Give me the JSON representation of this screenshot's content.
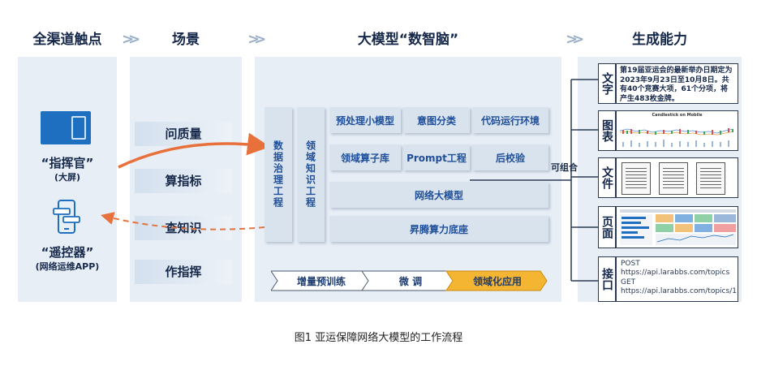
{
  "headers": {
    "col1": "全渠道触点",
    "col2": "场景",
    "col3": "大模型“数智脑”",
    "col4": "生成能力"
  },
  "touchpoints": {
    "command": {
      "title": "“指挥官”",
      "sub": "(大屏)"
    },
    "remote": {
      "title": "“遥控器”",
      "sub": "(网络运维APP)"
    }
  },
  "scenes": [
    "问质量",
    "算指标",
    "查知识",
    "作指挥"
  ],
  "brain": {
    "data_gov": "数据治理工程",
    "knowledge": "领域知识工程",
    "grid": [
      [
        "预处理小模型",
        "意图分类",
        "代码运行环境"
      ],
      [
        "领域算子库",
        "Prompt工程",
        "后校验"
      ]
    ],
    "network_model": "网络大模型",
    "base": "昇腾算力底座",
    "steps": [
      "增量预训练",
      "微 调",
      "领域化应用"
    ],
    "combinable": "可组合"
  },
  "outputs": [
    {
      "tag": "文字",
      "text": "第19届亚运会的最新举办日期定为2023年9月23日至10月8日。共有40个竞赛大项，61个分项，将产生483枚金牌。"
    },
    {
      "tag": "图表",
      "chart_title": "Candlestick on Mobile"
    },
    {
      "tag": "文件"
    },
    {
      "tag": "页面"
    },
    {
      "tag": "接口",
      "api": [
        "POST",
        "https://api.larabbs.com/topics",
        "GET",
        "https://api.larabbs.com/topics/1"
      ]
    }
  ],
  "caption": "图1  亚运保障网络大模型的工作流程",
  "colors": {
    "accent_blue": "#1e6fc0",
    "arrow_orange": "#e8703a",
    "step_orange": "#f4b533",
    "panel_bg": "#e7eef6",
    "box_bg": "#d9e3ee",
    "box_text": "#1f4f9a"
  }
}
